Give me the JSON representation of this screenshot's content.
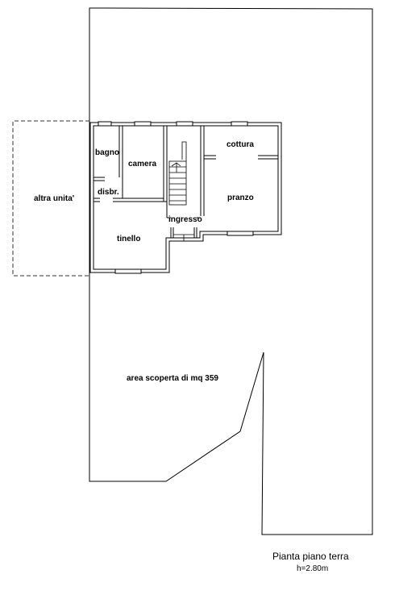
{
  "rooms": {
    "bagno": "bagno",
    "camera": "camera",
    "cottura": "cottura",
    "altra_unita": "altra unita'",
    "disbr": "disbr.",
    "pranzo": "pranzo",
    "ingresso": "ingresso",
    "tinello": "tinello"
  },
  "area": {
    "label": "area scoperta di mq 359"
  },
  "caption": {
    "title": "Pianta piano terra",
    "height": "h=2.80m"
  },
  "colors": {
    "line": "#000000",
    "background": "#ffffff"
  }
}
